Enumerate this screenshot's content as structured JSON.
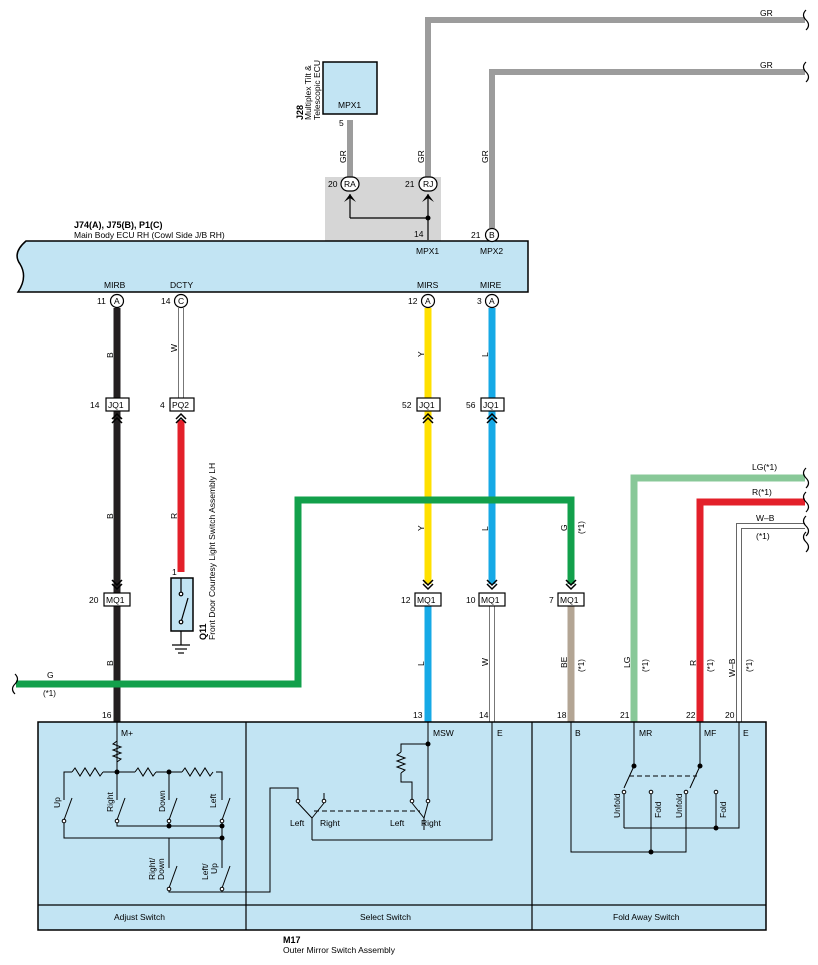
{
  "colors": {
    "GR": "#9c9c9c",
    "B": "#231f20",
    "W": "#ffffff",
    "R": "#e3202a",
    "Y": "#ffe000",
    "L": "#16a9e6",
    "G": "#12a04b",
    "LG": "#88c898",
    "BE": "#b3a594",
    "ecu_fill": "#c2e4f3",
    "jb_fill": "#d6d6d6"
  },
  "j28": {
    "ref": "J28",
    "name_line1": "Multiplex Tilt &",
    "name_line2": "Telescopic ECU",
    "terminal": "MPX1",
    "pin": "5",
    "wire": "GR"
  },
  "main_ecu": {
    "ref": "J74(A), J75(B), P1(C)",
    "name": "Main Body ECU RH (Cowl Side J/B RH)"
  },
  "jb": {
    "left_pin": "20",
    "left_code": "RA",
    "mid_pin": "21",
    "mid_code": "RJ",
    "bottom_pin": "14",
    "bottom_label": "MPX1"
  },
  "top_wires": {
    "w1": "GR",
    "w2": "GR",
    "v1": "GR",
    "v2": "GR"
  },
  "mpx2": {
    "pin": "21",
    "code": "B",
    "label": "MPX2"
  },
  "terminals": [
    {
      "label": "MIRB",
      "pin": "11",
      "code": "A"
    },
    {
      "label": "DCTY",
      "pin": "14",
      "code": "C"
    },
    {
      "label": "MIRS",
      "pin": "12",
      "code": "A"
    },
    {
      "label": "MIRE",
      "pin": "3",
      "code": "A"
    }
  ],
  "wire_labels": {
    "mirb_1": "B",
    "dcty_1": "W",
    "mirs_1": "Y",
    "mire_1": "L",
    "mirb_2": "B",
    "dcty_2": "R",
    "mirs_2": "Y",
    "mire_2": "L",
    "mirb_3": "B",
    "mirs_3": "L",
    "mire_3": "W",
    "g_vert": "G",
    "g_vert_note": "(*1)",
    "g_left": "G",
    "g_left_note": "(*1)",
    "be": "BE",
    "be_note": "(*1)",
    "lg": "LG",
    "lg_note": "(*1)",
    "r": "R",
    "r_note": "(*1)",
    "wb": "W–B",
    "wb_note": "(*1)"
  },
  "connectors_upper": [
    {
      "pin": "14",
      "code": "JQ1"
    },
    {
      "pin": "4",
      "code": "PQ2"
    },
    {
      "pin": "52",
      "code": "JQ1"
    },
    {
      "pin": "56",
      "code": "JQ1"
    }
  ],
  "connectors_lower": [
    {
      "pin": "20",
      "code": "MQ1"
    },
    {
      "pin": "12",
      "code": "MQ1"
    },
    {
      "pin": "10",
      "code": "MQ1"
    },
    {
      "pin": "7",
      "code": "MQ1"
    }
  ],
  "q11": {
    "ref": "Q11",
    "name": "Front Door Courtesy Light Switch Assembly LH",
    "pin": "1"
  },
  "right_wires": [
    {
      "label": "LG(*1)"
    },
    {
      "label": "R(*1)"
    },
    {
      "label": "W–B"
    },
    {
      "label": "(*1)"
    }
  ],
  "m17": {
    "ref": "M17",
    "name": "Outer Mirror Switch Assembly",
    "pins": [
      "16",
      "13",
      "14",
      "18",
      "21",
      "22",
      "20"
    ],
    "terminals": [
      "M+",
      "MSW",
      "E",
      "B",
      "MR",
      "MF",
      "E"
    ],
    "sections": [
      "Adjust Switch",
      "Select Switch",
      "Fold Away Switch"
    ]
  },
  "adjust_switch": {
    "up": "Up",
    "right": "Right",
    "down": "Down",
    "left": "Left",
    "right_down_1": "Right/",
    "right_down_2": "Down",
    "left_up_1": "Left/",
    "left_up_2": "Up"
  },
  "select_switch": {
    "left_1": "Left",
    "right_1": "Right",
    "left_2": "Left",
    "right_2": "Right"
  },
  "fold_switch": {
    "unfold_1": "Unfold",
    "fold_1": "Fold",
    "unfold_2": "Unfold",
    "fold_2": "Fold"
  }
}
